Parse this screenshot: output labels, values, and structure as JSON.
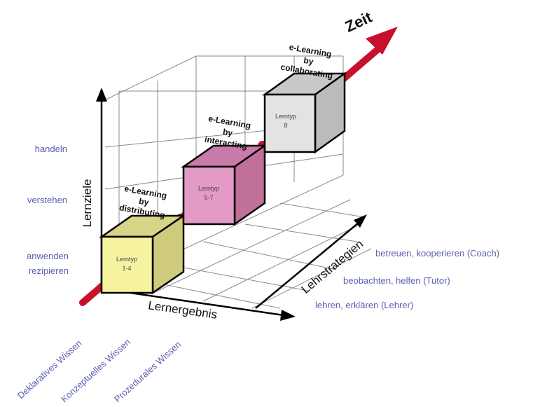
{
  "axes": {
    "y_label": "Lernziele",
    "x_label": "Lernergebnis",
    "z_label": "Lehrstrategien",
    "time_label": "Zeit"
  },
  "lernziele_levels": [
    "handeln",
    "verstehen",
    "anwenden",
    "rezipieren"
  ],
  "lernergebnis_levels": [
    "Deklaratives Wissen",
    "Konzeptuelles Wissen",
    "Prozedurales Wissen"
  ],
  "lehrstrategien_levels": [
    "betreuen, kooperieren (Coach)",
    "beobachten, helfen (Tutor)",
    "lehren, erklären (Lehrer)"
  ],
  "cubes": [
    {
      "line1": "Lerntyp",
      "line2": "1-4",
      "color": "#f6f3a0"
    },
    {
      "line1": "Lerntyp",
      "line2": "5-7",
      "color": "#e39ac7"
    },
    {
      "line1": "Lerntyp",
      "line2": "8",
      "color": "#e3e3e3"
    }
  ],
  "stages": [
    {
      "line1": "e-Learning",
      "line2": "by",
      "line3": "distributing"
    },
    {
      "line1": "e-Learning",
      "line2": "by",
      "line3": "interacting"
    },
    {
      "line1": "e-Learning",
      "line2": "by",
      "line3": "collaborating"
    }
  ],
  "colors": {
    "label_blue": "#5a5fb0",
    "arrow_red": "#c8102e",
    "grid": "#888888"
  }
}
